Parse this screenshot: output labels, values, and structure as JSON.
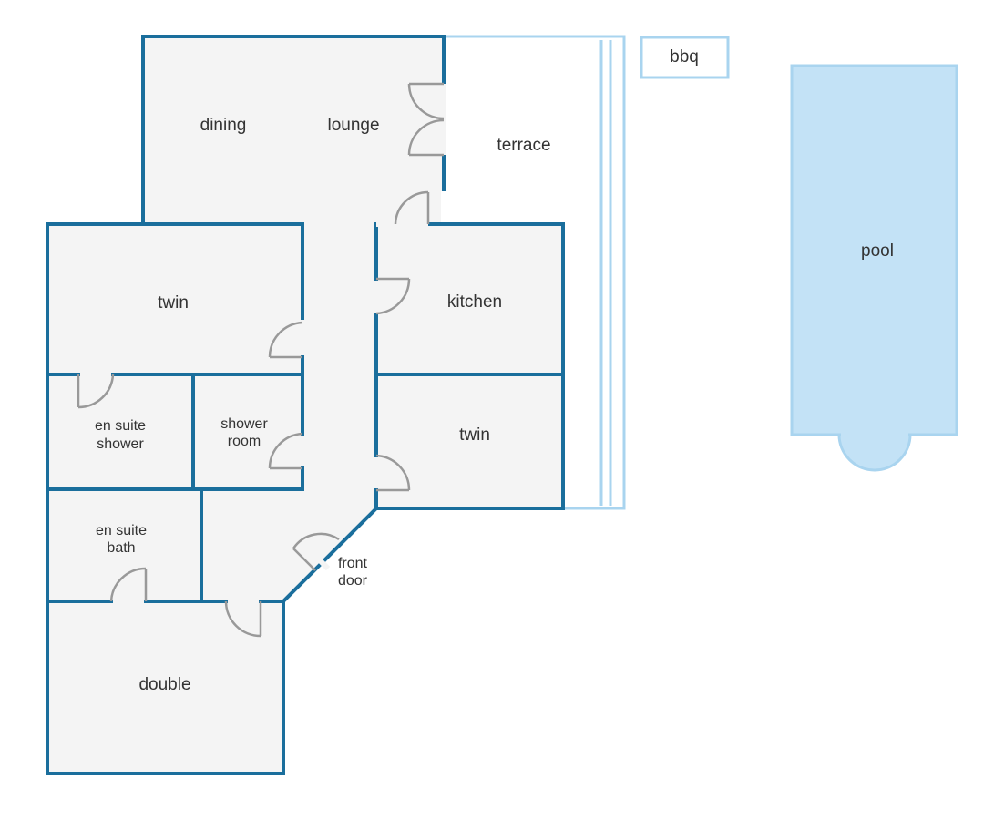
{
  "colors": {
    "wall": "#1a6e9c",
    "floor": "#f4f4f4",
    "outdoor_line": "#a9d4ef",
    "pool_fill": "#c3e2f6",
    "door": "#999999",
    "text": "#333333"
  },
  "labels": {
    "dining": "dining",
    "lounge": "lounge",
    "terrace": "terrace",
    "bbq": "bbq",
    "pool": "pool",
    "twin_left": "twin",
    "kitchen": "kitchen",
    "en_suite_shower_1": "en suite",
    "en_suite_shower_2": "shower",
    "shower_room_1": "shower",
    "shower_room_2": "room",
    "twin_right": "twin",
    "en_suite_bath_1": "en suite",
    "en_suite_bath_2": "bath",
    "front_door_1": "front",
    "front_door_2": "door",
    "double": "double"
  }
}
